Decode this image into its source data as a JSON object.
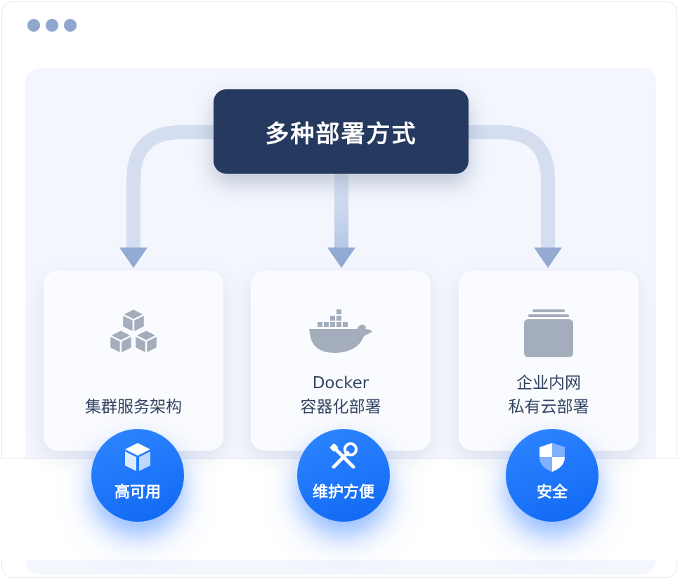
{
  "title": "多种部署方式",
  "cards": [
    {
      "icon": "cubes-icon",
      "label_lines": [
        "集群服务架构"
      ]
    },
    {
      "icon": "docker-whale-icon",
      "label_lines": [
        "Docker",
        "容器化部署"
      ]
    },
    {
      "icon": "stack-folders-icon",
      "label_lines": [
        "企业内网",
        "私有云部署"
      ]
    }
  ],
  "badges": [
    {
      "icon": "box-icon",
      "label": "高可用"
    },
    {
      "icon": "wrench-screwdriver-icon",
      "label": "维护方便"
    },
    {
      "icon": "shield-icon",
      "label": "安全"
    }
  ],
  "colors": {
    "title_bg": "#253a5e",
    "panel_bg": "#f3f6fd",
    "arrow": "#93aad3",
    "icon_gray": "#a3adbb",
    "badge_blue": "#1a73fb",
    "label_text": "#344563"
  }
}
